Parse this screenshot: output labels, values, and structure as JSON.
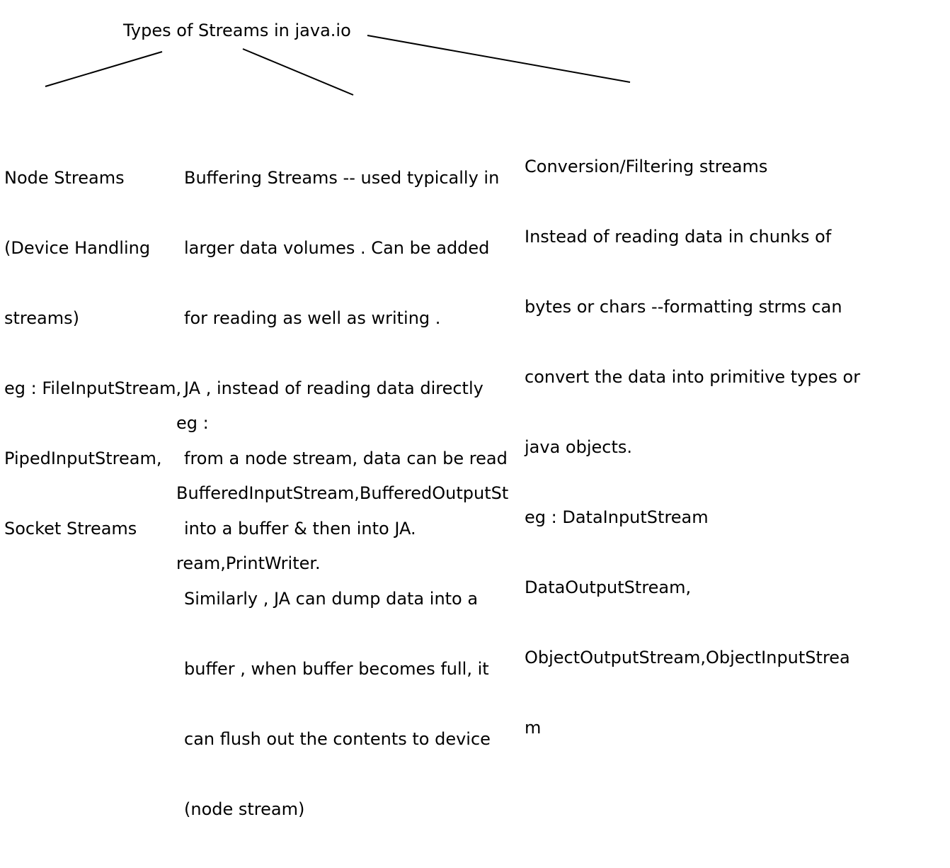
{
  "title": "Types of Streams in java.io",
  "node": {
    "lines": [
      "Node Streams",
      "(Device Handling",
      "streams)",
      "eg : FileInputStream,",
      "PipedInputStream,",
      "Socket Streams"
    ]
  },
  "buffering": {
    "lines": [
      "Buffering Streams -- used typically in",
      "larger data volumes . Can be added",
      "for reading as well as writing .",
      "JA , instead of reading data directly",
      "from a node stream, data can be read",
      "into a buffer & then into JA.",
      "Similarly , JA can dump data into a",
      "buffer , when buffer becomes full, it",
      "can flush out the contents to device",
      "(node stream)"
    ],
    "example_lines": [
      "eg :",
      "BufferedInputStream,BufferedOutputSt",
      "ream,PrintWriter."
    ]
  },
  "conversion": {
    "lines": [
      "Conversion/Filtering streams",
      "Instead of reading data in chunks of",
      "bytes or chars --formatting strms can",
      "convert the data into primitive types or",
      "java objects.",
      "eg : DataInputStream",
      "DataOutputStream,",
      "ObjectOutputStream,ObjectInputStrea",
      "m"
    ]
  }
}
